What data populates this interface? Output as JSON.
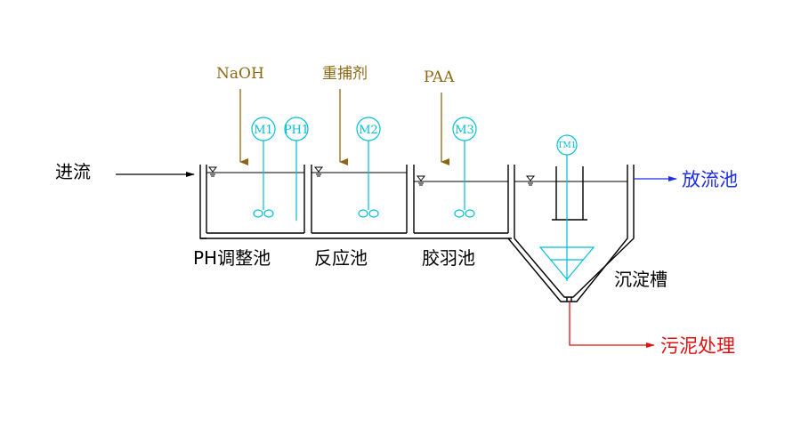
{
  "labels": {
    "inflow": "进流",
    "ph_tank": "PH调整池",
    "reaction_tank": "反应池",
    "flocculation_tank": "胶羽池",
    "settling_tank": "沉淀槽",
    "discharge": "放流池",
    "sludge": "污泥处理"
  },
  "chemicals": {
    "naoh": "NaOH",
    "chelator": "重捕剂",
    "paa": "PAA"
  },
  "devices": {
    "m1": "M1",
    "ph1": "PH1",
    "m2": "M2",
    "m3": "M3",
    "tm1": "TM1"
  },
  "colors": {
    "chemical": "#8B6914",
    "equipment": "#00BFD8",
    "discharge": "#1E2EE6",
    "sludge": "#E01010",
    "structure": "#000000"
  }
}
